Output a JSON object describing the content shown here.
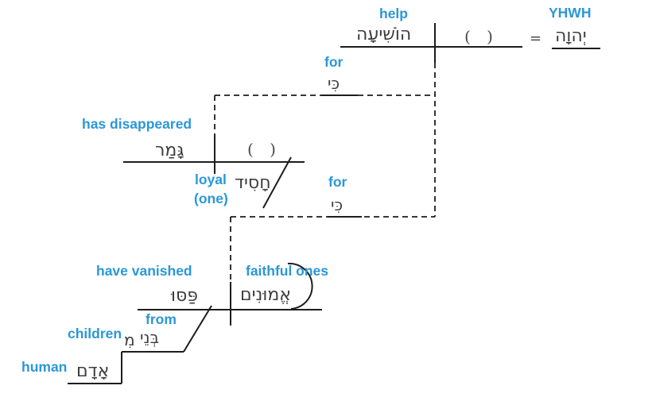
{
  "colors": {
    "accent_blue": "#2b97d8",
    "hebrew_text": "#3e3e3e",
    "line": "#1d1d1d"
  },
  "main_clause": {
    "gloss_predicate": "help",
    "predicate": "הוֹשִׁיעָה",
    "placeholder": "( )",
    "equals_sign": "=",
    "subject": "יְהוָה",
    "gloss_subject": "YHWH"
  },
  "connector_1": {
    "gloss": "for",
    "word": "כִּי"
  },
  "clause_2": {
    "gloss_predicate": "has disappeared",
    "predicate": "גָּמַר",
    "placeholder": "( )",
    "modifier": "חָסִיד",
    "gloss_modifier_line1": "loyal",
    "gloss_modifier_line2": "(one)"
  },
  "connector_2": {
    "gloss": "for",
    "word": "כִּי"
  },
  "clause_3": {
    "gloss_predicate": "have vanished",
    "predicate": "פַּסּוּ",
    "gloss_subject": "faithful ones",
    "subject": "אֱמוּנִים"
  },
  "prepositional_phrase": {
    "gloss_preposition": "from",
    "preposition": "מִ",
    "object": "בְּנֵי",
    "gloss_object": "children",
    "construct": "אָדָם",
    "gloss_construct": "human"
  }
}
